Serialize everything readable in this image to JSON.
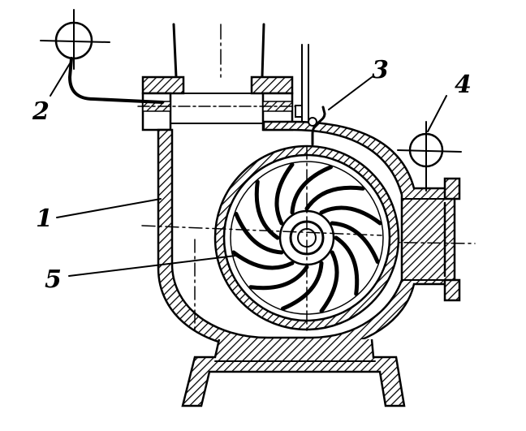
{
  "labels": [
    {
      "id": "1",
      "text": "1"
    },
    {
      "id": "2",
      "text": "2"
    },
    {
      "id": "3",
      "text": "3"
    },
    {
      "id": "4",
      "text": "4"
    },
    {
      "id": "5",
      "text": "5"
    }
  ],
  "colors": {
    "ink": "#000000",
    "paper": "#ffffff"
  },
  "icons": {
    "gauges": [
      "pressure-gauge-icon",
      "pressure-gauge-icon"
    ]
  }
}
